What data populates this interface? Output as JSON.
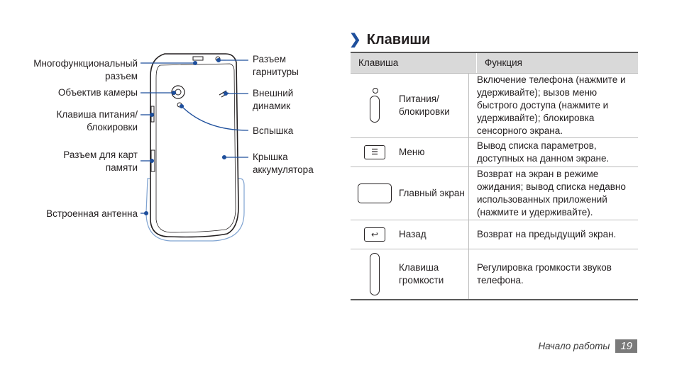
{
  "diagram": {
    "labels": {
      "multifunction_jack": "Многофункциональный разъем",
      "camera_lens": "Объектив камеры",
      "power_key": "Клавиша питания/ блокировки",
      "memory_card_slot": "Разъем для карт памяти",
      "internal_antenna": "Встроенная антенна",
      "headset_jack": "Разъем гарнитуры",
      "speaker": "Внешний динамик",
      "flash": "Вспышка",
      "battery_cover": "Крышка аккумулятора"
    },
    "colors": {
      "leader_line": "#1e4f9c",
      "antenna_outline": "#7fa3d1"
    }
  },
  "section": {
    "title": "Клавиши",
    "accent": "#1e4f9c"
  },
  "table": {
    "headers": {
      "key": "Клавиша",
      "function": "Функция"
    },
    "rows": [
      {
        "icon": "power-key-icon",
        "name": "Питания/ блокировки",
        "function": "Включение телефона (нажмите и удерживайте); вызов меню быстрого доступа (нажмите и удерживайте); блокировка сенсорного экрана."
      },
      {
        "icon": "menu-key-icon",
        "name": "Меню",
        "function": "Вывод списка параметров, доступных на данном экране."
      },
      {
        "icon": "home-key-icon",
        "name": "Главный экран",
        "function": "Возврат на экран в режиме ожидания; вывод списка недавно использованных приложений (нажмите и удерживайте)."
      },
      {
        "icon": "back-key-icon",
        "name": "Назад",
        "function": "Возврат на предыдущий экран."
      },
      {
        "icon": "volume-key-icon",
        "name": "Клавиша громкости",
        "function": "Регулировка громкости звуков телефона."
      }
    ]
  },
  "footer": {
    "label": "Начало работы",
    "page_number": "19"
  }
}
